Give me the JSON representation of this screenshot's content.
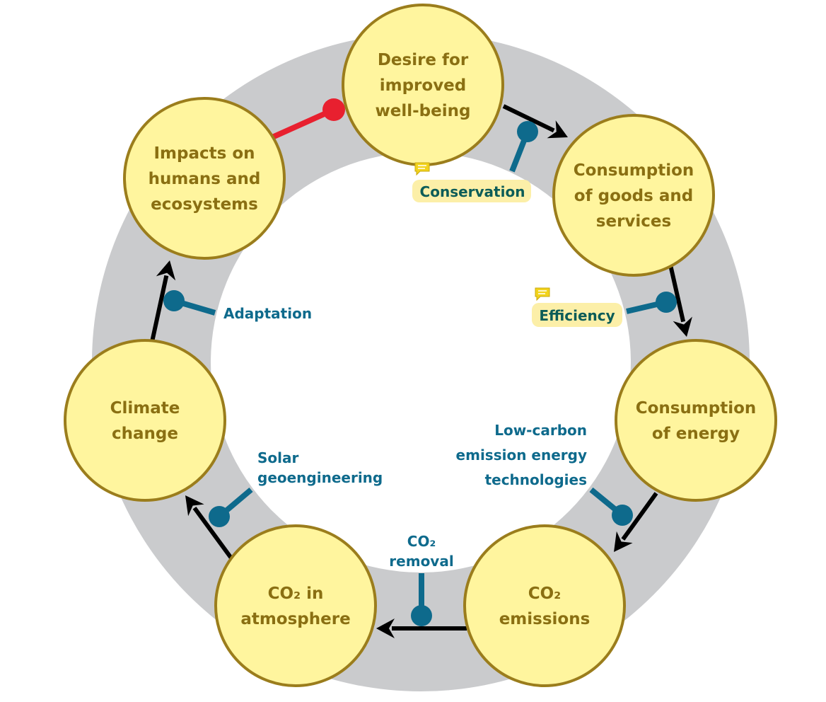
{
  "colors": {
    "ring": "#cacbcd",
    "node_fill": "#fff59e",
    "node_stroke": "#9b7d1c",
    "node_text": "#8a6f12",
    "arrow": "#000000",
    "lever": "#0e6a8c",
    "negative_link": "#e8202f",
    "highlight": "#fcefa8",
    "comment_icon": "#f2d31b"
  },
  "nodes": [
    {
      "id": "desire",
      "lines": [
        "Desire for",
        "improved",
        "well-being"
      ]
    },
    {
      "id": "goods",
      "lines": [
        "Consumption",
        "of goods and",
        "services"
      ]
    },
    {
      "id": "energy",
      "lines": [
        "Consumption",
        "of energy"
      ]
    },
    {
      "id": "emissions",
      "lines": [
        "CO₂",
        "emissions"
      ]
    },
    {
      "id": "atmosphere",
      "lines": [
        "CO₂ in",
        "atmosphere"
      ]
    },
    {
      "id": "climate",
      "lines": [
        "Climate",
        "change"
      ]
    },
    {
      "id": "impacts",
      "lines": [
        "Impacts on",
        "humans and",
        "ecosystems"
      ]
    }
  ],
  "links": [
    {
      "from": "desire",
      "to": "goods",
      "type": "arrow"
    },
    {
      "from": "goods",
      "to": "energy",
      "type": "arrow"
    },
    {
      "from": "energy",
      "to": "emissions",
      "type": "arrow"
    },
    {
      "from": "emissions",
      "to": "atmosphere",
      "type": "arrow"
    },
    {
      "from": "atmosphere",
      "to": "climate",
      "type": "arrow"
    },
    {
      "from": "climate",
      "to": "impacts",
      "type": "arrow"
    },
    {
      "from": "impacts",
      "to": "desire",
      "type": "inhibit"
    }
  ],
  "levers": [
    {
      "id": "conservation",
      "lines": [
        "Conservation"
      ],
      "highlighted": true,
      "has_comment": true
    },
    {
      "id": "efficiency",
      "lines": [
        "Efficiency"
      ],
      "highlighted": true,
      "has_comment": true
    },
    {
      "id": "low-carbon",
      "lines": [
        "Low-carbon",
        "emission energy",
        "technologies"
      ],
      "highlighted": false,
      "has_comment": false
    },
    {
      "id": "co2-removal",
      "lines": [
        "CO₂",
        "removal"
      ],
      "highlighted": false,
      "has_comment": false
    },
    {
      "id": "solar-geoengineering",
      "lines": [
        "Solar",
        "geoengineering"
      ],
      "highlighted": false,
      "has_comment": false
    },
    {
      "id": "adaptation",
      "lines": [
        "Adaptation"
      ],
      "highlighted": false,
      "has_comment": false
    }
  ]
}
